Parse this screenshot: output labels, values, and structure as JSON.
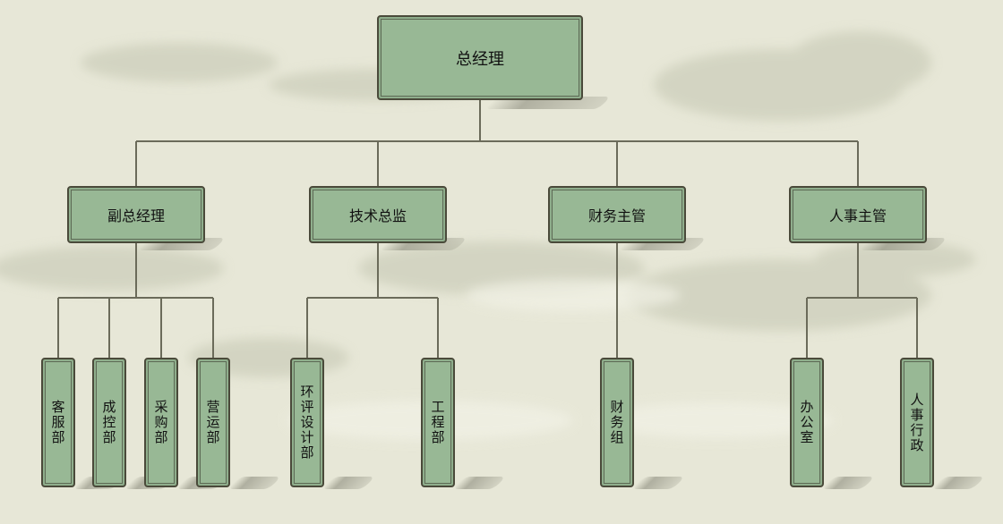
{
  "root": {
    "label": "总经理"
  },
  "branches": [
    {
      "id": "vp",
      "label": "副总经理",
      "children": [
        "客服部",
        "成控部",
        "采购部",
        "营运部"
      ]
    },
    {
      "id": "tech",
      "label": "技术总监",
      "children": [
        "环评设计部",
        "工程部"
      ]
    },
    {
      "id": "finance",
      "label": "财务主管",
      "children": [
        "财务组"
      ]
    },
    {
      "id": "hr",
      "label": "人事主管",
      "children": [
        "办公室",
        "人事行政"
      ]
    }
  ],
  "colors": {
    "node_fill": "#98b895",
    "node_border": "#4a4a3a",
    "line": "#6b6b5a",
    "background": "#e7e7d7"
  }
}
